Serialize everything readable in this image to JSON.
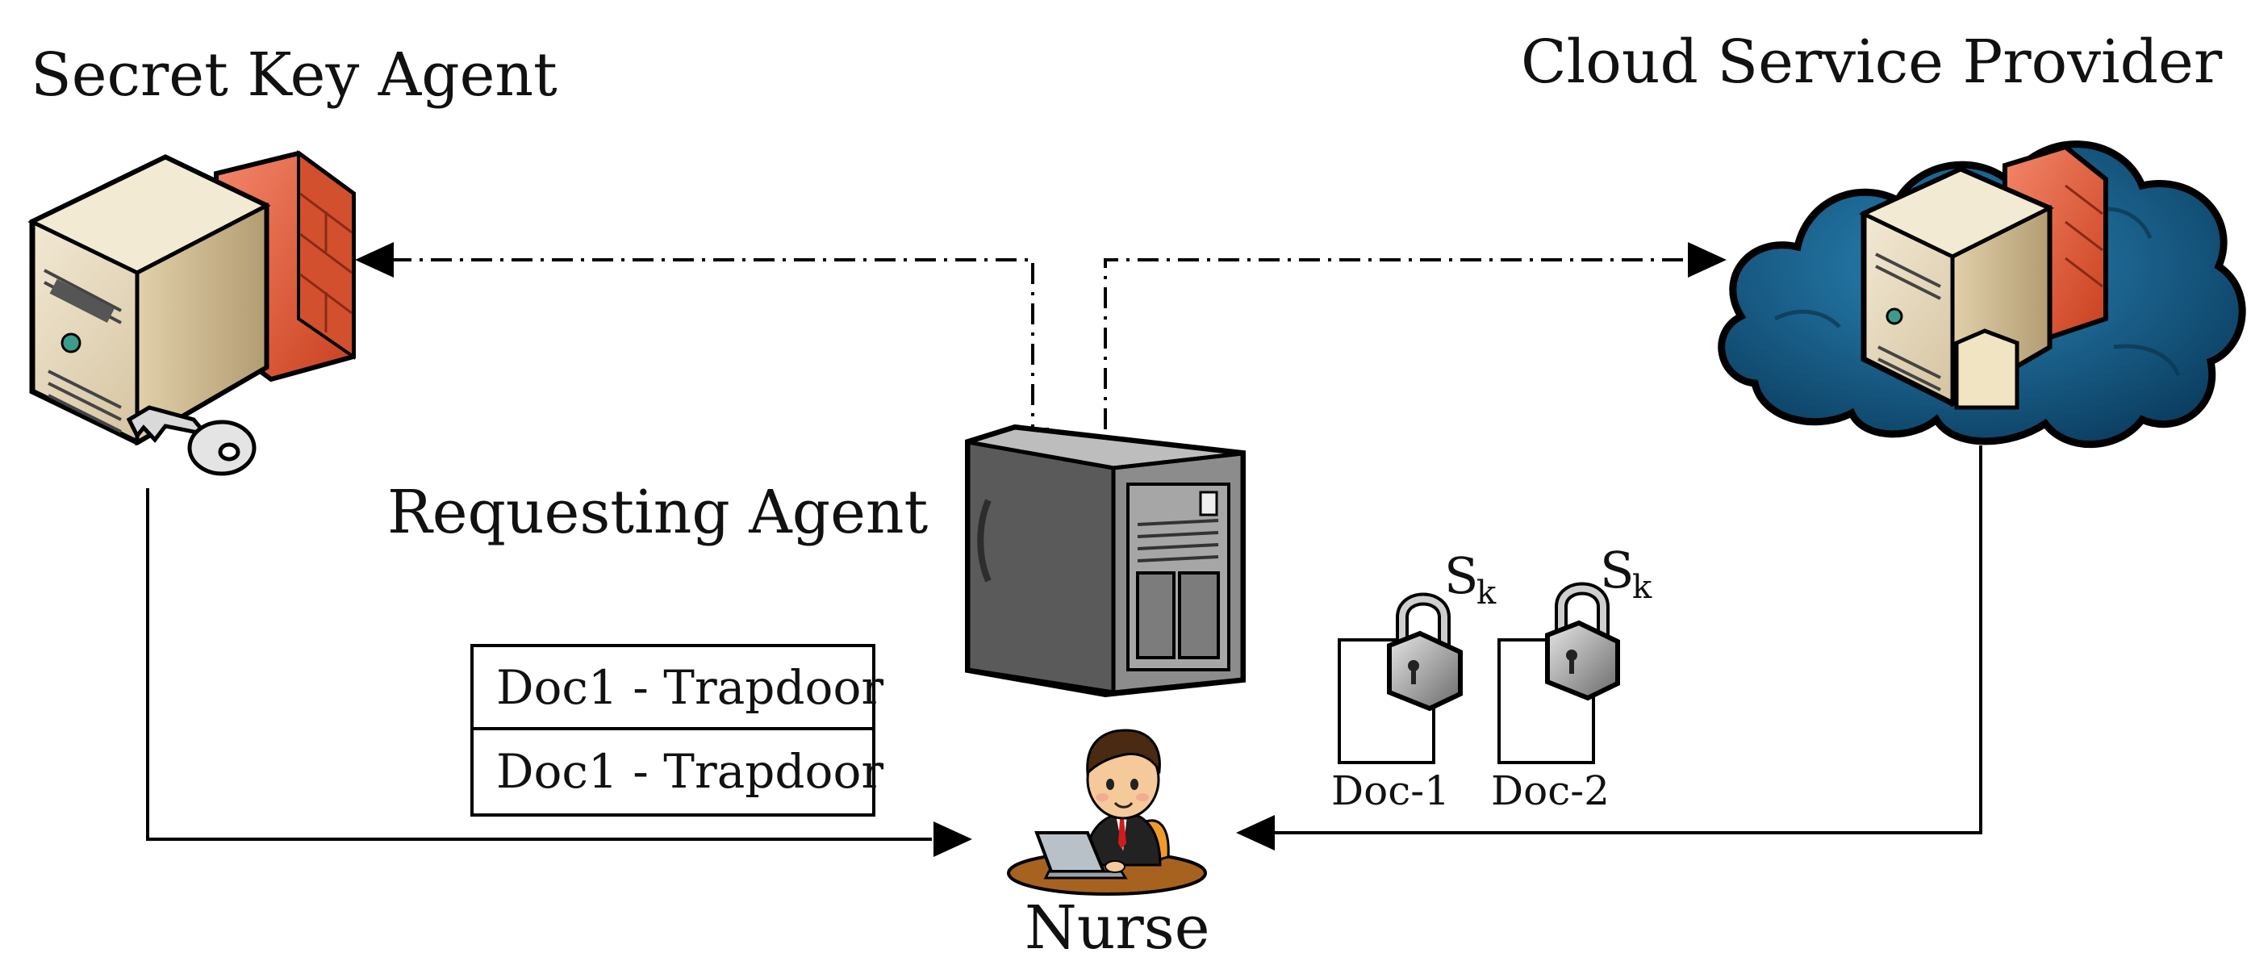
{
  "labels": {
    "secret_key_agent": "Secret Key Agent",
    "cloud_service_provider": "Cloud Service Provider",
    "requesting_agent": "Requesting Agent",
    "nurse": "Nurse"
  },
  "trapdoor_table": {
    "rows": [
      "Doc1 - Trapdoor",
      "Doc1 - Trapdoor"
    ]
  },
  "documents": [
    {
      "label": "Doc-1",
      "key": "S",
      "key_sub": "k"
    },
    {
      "label": "Doc-2",
      "key": "S",
      "key_sub": "k"
    }
  ],
  "icons": {
    "secret_key_agent": "server-with-firewall-and-key-icon",
    "cloud_service_provider": "cloud-server-icon",
    "requesting_agent": "tower-server-icon",
    "nurse": "person-at-laptop-icon",
    "lock": "padlock-icon"
  },
  "colors": {
    "line": "#000000",
    "firewall": "#e8623f",
    "server_body": "#e9dcc0",
    "cloud": "#0d4f78",
    "tower": "#7a7a7a"
  }
}
